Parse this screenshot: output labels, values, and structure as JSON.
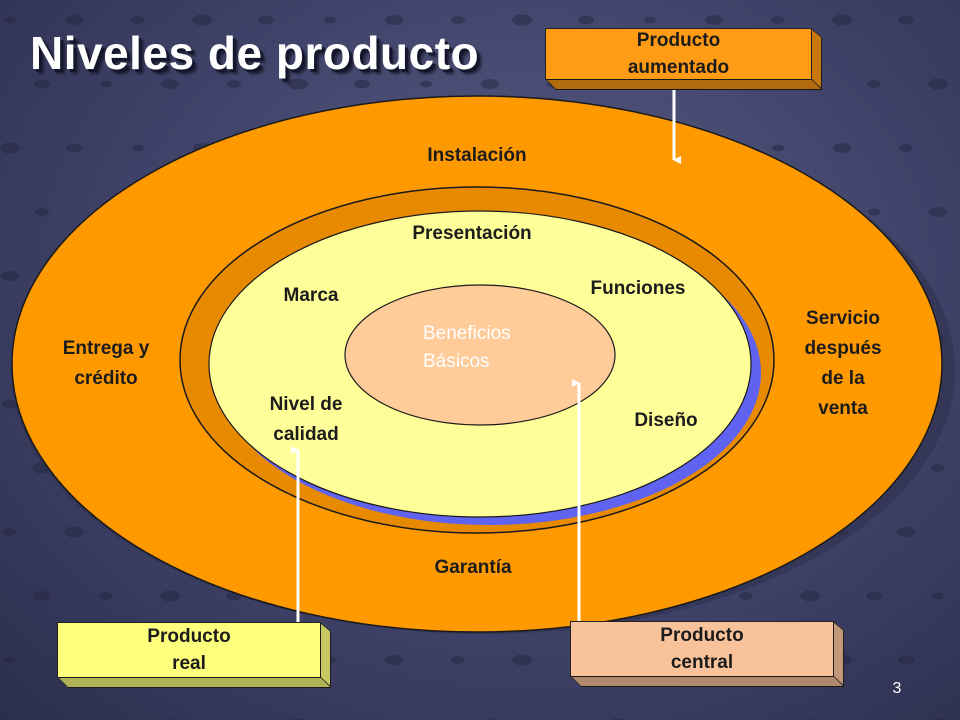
{
  "title": "Niveles de producto",
  "page_number": "3",
  "colors": {
    "background": "#3f4268",
    "outer_ring": "#ff9900",
    "middle_ring": "#ffff99",
    "core": "#ffcc99",
    "shadow_blue": "#5f63f0",
    "arrow": "#ffffff"
  },
  "rings": {
    "augmented": {
      "top_label": "Instalación",
      "left_label": "Entrega y\ncrédito",
      "right_label": "Servicio\ndespués\nde la\nventa",
      "bottom_label": "Garantía"
    },
    "actual": {
      "top_label": "Presentación",
      "brand_label": "Marca",
      "features_label": "Funciones",
      "quality_label": "Nivel de\ncalidad",
      "design_label": "Diseño"
    },
    "core": {
      "label": "Beneficios\nBásicos"
    }
  },
  "callouts": {
    "augmented": "Producto\naumentado",
    "real": "Producto\nreal",
    "core": "Producto\ncentral"
  }
}
